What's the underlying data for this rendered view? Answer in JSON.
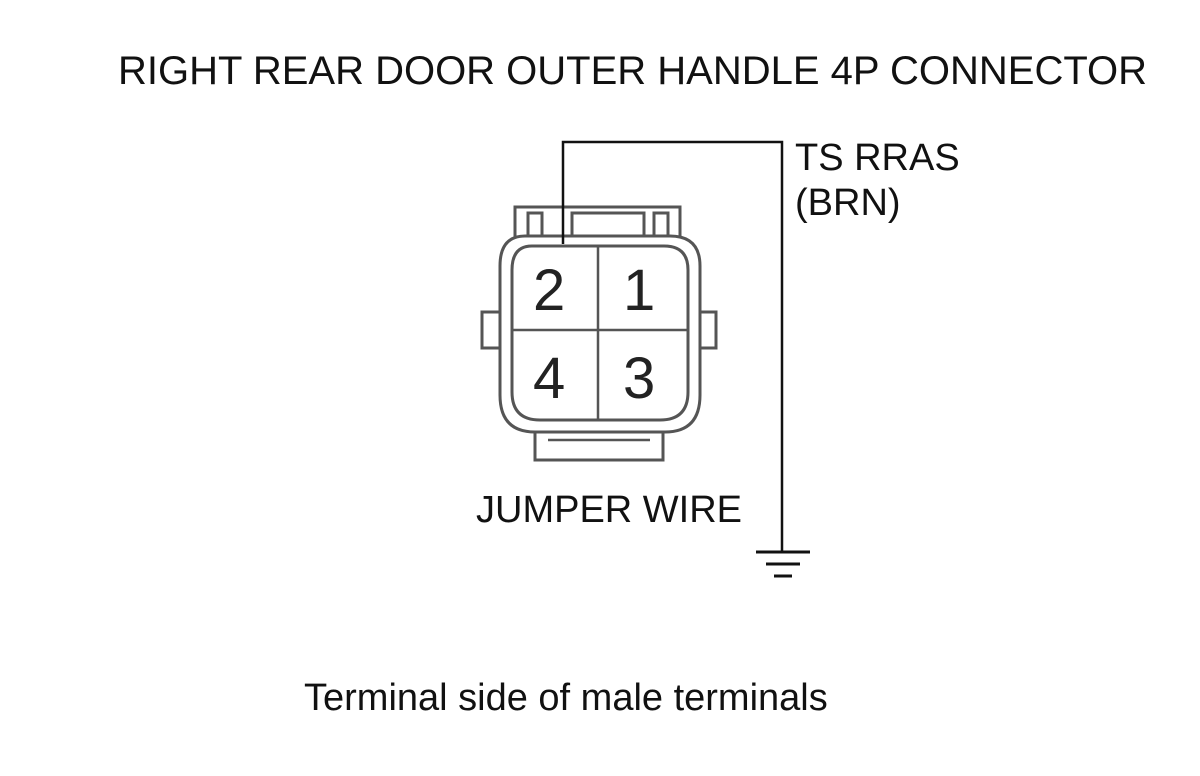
{
  "title": "RIGHT REAR DOOR OUTER HANDLE 4P CONNECTOR",
  "wire_label": {
    "line1": "TS RRAS",
    "line2": "(BRN)"
  },
  "jumper_label": "JUMPER WIRE",
  "caption": "Terminal side of male terminals",
  "connector": {
    "pins": {
      "top_left": "2",
      "top_right": "1",
      "bottom_left": "4",
      "bottom_right": "3"
    }
  },
  "icons": {
    "ground": "ground-symbol-icon"
  }
}
